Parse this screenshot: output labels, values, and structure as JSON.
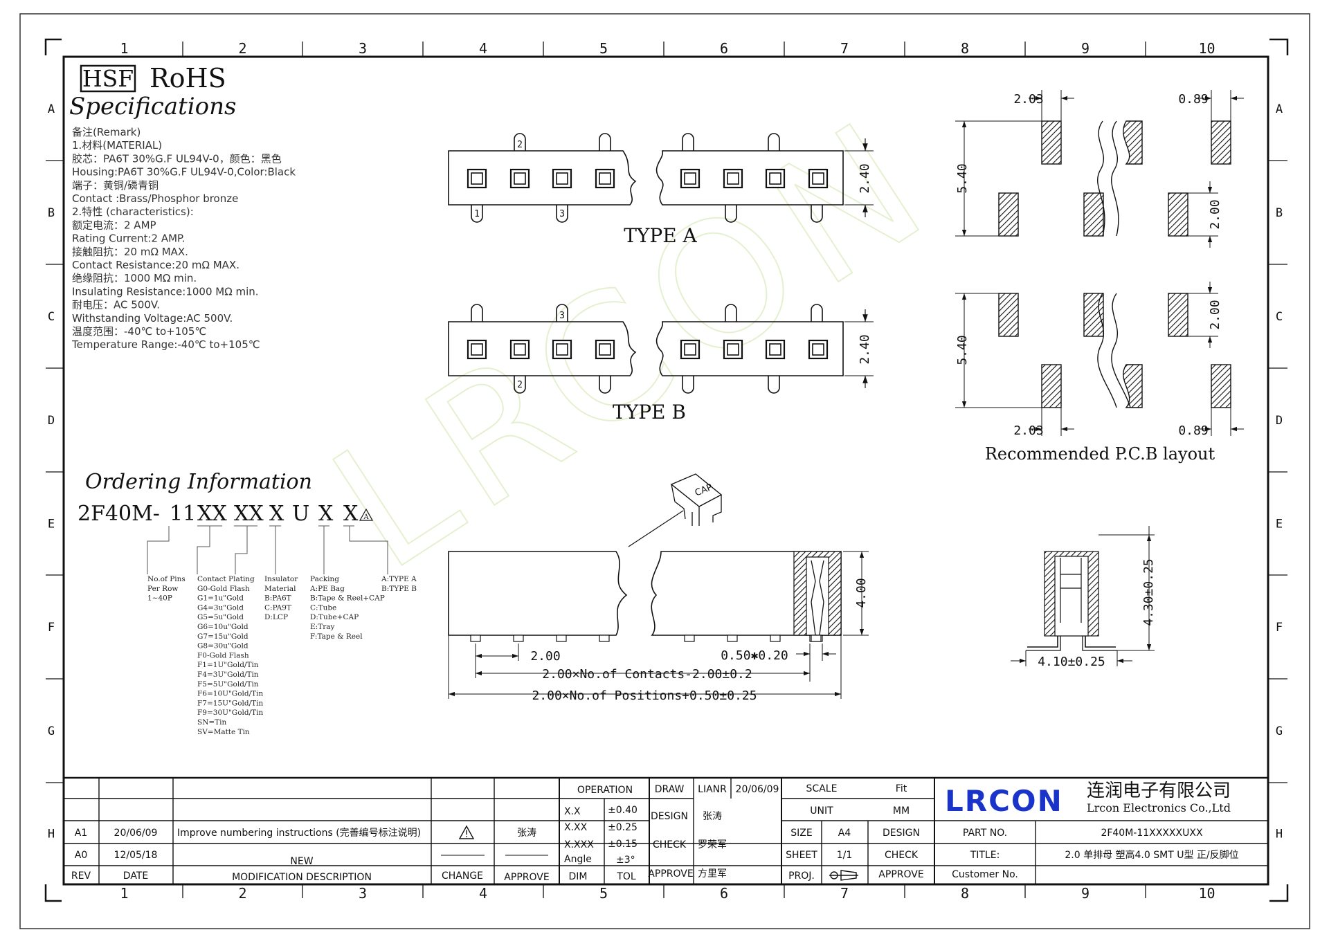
{
  "zone_columns": [
    "1",
    "2",
    "3",
    "4",
    "5",
    "6",
    "7",
    "8",
    "9",
    "10"
  ],
  "zone_rows": [
    "A",
    "B",
    "C",
    "D",
    "E",
    "F",
    "G",
    "H"
  ],
  "header": {
    "hsf": "HSF",
    "rohs": "RoHS",
    "specs_title": "Specifications"
  },
  "spec_lines": [
    "备注(Remark)",
    "1.材料(MATERIAL)",
    "胶芯：PA6T 30%G.F UL94V-0，颜色：黑色",
    "Housing:PA6T 30%G.F UL94V-0,Color:Black",
    "端子：黄铜/磷青铜",
    "Contact :Brass/Phosphor bronze",
    "2.特性 (characteristics):",
    "额定电流：2 AMP",
    "Rating Current:2 AMP.",
    "接触阻抗：20 mΩ MAX.",
    "Contact Resistance:20 mΩ MAX.",
    "绝缘阻抗：1000 MΩ min.",
    "Insulating Resistance:1000 MΩ  min.",
    "耐电压：AC 500V.",
    "Withstanding Voltage:AC 500V.",
    "温度范围：-40℃ to+105℃",
    "Temperature Range:-40℃ to+105℃"
  ],
  "views": {
    "type_a": "TYPE A",
    "type_b": "TYPE B",
    "pin_labels_a": [
      "2",
      "1",
      "3"
    ],
    "pin_labels_b": [
      "3",
      "2"
    ],
    "pcb_caption": "Recommended P.C.B layout",
    "cap_label": "CAP"
  },
  "dimensions": {
    "height_240_a": "2.40",
    "height_240_b": "2.40",
    "pcb_203_top": "2.03",
    "pcb_089_top": "0.89",
    "pcb_540_top": "5.40",
    "pcb_200_top": "2.00",
    "pcb_200_bottom": "2.00",
    "pcb_540_bottom": "5.40",
    "pcb_203_bottom": "2.03",
    "pcb_089_bottom": "0.89",
    "side_400": "4.00",
    "pitch_200": "2.00",
    "pin_050": "0.50✱0.20",
    "contacts_formula": "2.00×No.of Contacts-2.00±0.2",
    "positions_formula": "2.00×No.of Positions+0.50±0.25",
    "end_430": "4.30±0.25",
    "end_410": "4.10±0.25"
  },
  "ordering": {
    "title": "Ordering Information",
    "code": [
      "2F40M-",
      "11",
      "XX",
      "XX",
      "X",
      "U",
      "X",
      "X"
    ],
    "rev_mark": "A",
    "col1": [
      "No.of Pins",
      "Per Row",
      "1~40P"
    ],
    "col2": [
      "Contact Plating",
      "G0-Gold Flash",
      "G1=1u\"Gold",
      "G4=3u\"Gold",
      "G5=5u\"Gold",
      "G6=10u\"Gold",
      "G7=15u\"Gold",
      "G8=30u\"Gold",
      "F0-Gold Flash",
      "F1=1U\"Gold/Tin",
      "F4=3U\"Gold/Tin",
      "F5=5U\"Gold/Tin",
      "F6=10U\"Gold/Tin",
      "F7=15U\"Gold/Tin",
      "F9=30U\"Gold/Tin",
      "SN=Tin",
      "SV=Matte Tin"
    ],
    "col3": [
      "Insulator",
      "Material",
      "B:PA6T",
      "C:PA9T",
      "D:LCP"
    ],
    "col4": [
      "Packing",
      "A:PE Bag",
      "B:Tape & Reel+CAP",
      "C:Tube",
      "D:Tube+CAP",
      "E:Tray",
      "F:Tape & Reel"
    ],
    "col5": [
      "A:TYPE A",
      "B:TYPE B"
    ]
  },
  "title_block": {
    "revisions": [
      {
        "rev": "A1",
        "date": "20/06/09",
        "desc": "Improve numbering instructions (完善编号标注说明)",
        "change_mark": "!",
        "approve": "张涛"
      },
      {
        "rev": "A0",
        "date": "12/05/18",
        "desc": "NEW",
        "change_mark": "",
        "approve": ""
      }
    ],
    "headers": {
      "rev": "REV",
      "date": "DATE",
      "desc": "MODIFICATION DESCRIPTION",
      "change": "CHANGE",
      "approve": "APPROVE"
    },
    "operation": "OPERATION",
    "tolerances": [
      {
        "dim": "X.X",
        "tol": "±0.40"
      },
      {
        "dim": "X.XX",
        "tol": "±0.25"
      },
      {
        "dim": "X.XXX",
        "tol": "±0.15"
      },
      {
        "dim": "Angle",
        "tol": "±3°"
      }
    ],
    "dim_label": "DIM",
    "tol_label": "TOL",
    "draw": "DRAW",
    "draw_by": "LIANR",
    "draw_date": "20/06/09",
    "design": "DESIGN",
    "design_by": "张涛",
    "check": "CHECK",
    "check_by": "罗荣军",
    "approve": "APPROVE",
    "approve_by": "方里军",
    "scale": "SCALE",
    "scale_val": "Fit",
    "unit": "UNIT",
    "unit_val": "MM",
    "size": "SIZE",
    "size_val": "A4",
    "design2": "DESIGN",
    "sheet": "SHEET",
    "sheet_val": "1/1",
    "check2": "CHECK",
    "proj": "PROJ.",
    "approve2": "APPROVE",
    "company_logo": "LRCON",
    "company_cn": "连润电子有限公司",
    "company_en": "Lrcon Electronics Co.,Ltd",
    "part_no_label": "PART NO.",
    "part_no": "2F40M-11XXXXXUXX",
    "title_label": "TITLE:",
    "title": "2.0 单排母 塑高4.0 SMT U型 正/反脚位",
    "customer_label": "Customer No."
  },
  "watermark": "LRCON"
}
